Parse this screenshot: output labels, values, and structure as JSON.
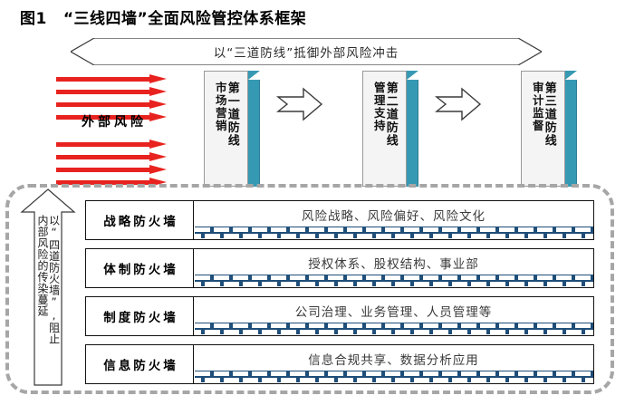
{
  "title": {
    "figure_number": "图1",
    "text": "“三线四墙”全面风险管控体系框架"
  },
  "top_banner": {
    "label": "以“三道防线”抵御外部风险冲击"
  },
  "external_risk": {
    "label": "外部风险",
    "arrow_color": "#e8231f",
    "arrow_count_top": 4,
    "arrow_count_bottom": 4
  },
  "defense_lines": [
    {
      "line_name": "第一道防线",
      "function": "市场营销"
    },
    {
      "line_name": "第二道防线",
      "function": "管理支持"
    },
    {
      "line_name": "第三道防线",
      "function": "审计监督"
    }
  ],
  "left_arrow": {
    "column_right": "以“四道防火墙”,阻止",
    "column_left": "内部风险的传染蔓延"
  },
  "firewalls": [
    {
      "name": "战略防火墙",
      "content": "风险战略、风险偏好、风险文化"
    },
    {
      "name": "体制防火墙",
      "content": "授权体系、股权结构、事业部"
    },
    {
      "name": "制度防火墙",
      "content": "公司治理、业务管理、人员管理等"
    },
    {
      "name": "信息防火墙",
      "content": "信息合规共享、数据分析应用"
    }
  ],
  "colors": {
    "box_side_teal": "#3699b4",
    "brick_navy": "#1f4e79",
    "dashed_border": "#a6a6a6",
    "red_arrow": "#e8231f"
  }
}
